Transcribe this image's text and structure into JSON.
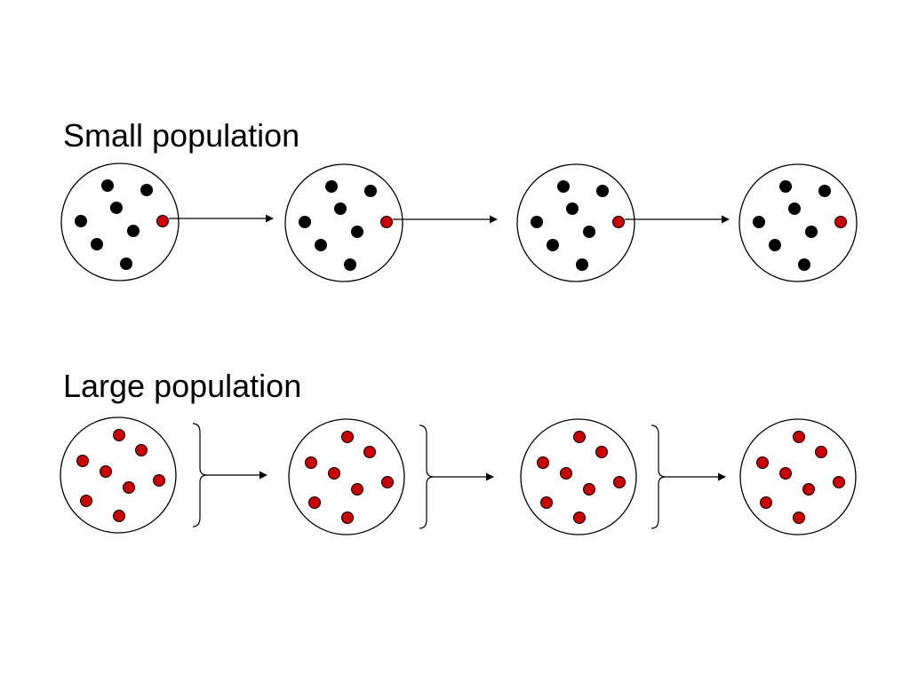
{
  "colors": {
    "background": "#ffffff",
    "outline": "#000000",
    "individual_unmarked": "#000000",
    "individual_marked": "#cc0000"
  },
  "rows": [
    {
      "id": "small",
      "title": "Small population",
      "generations": 4,
      "individuals_per_generation": 8,
      "marked_per_generation": 1,
      "transition": "single-arrow-from-marked-individual"
    },
    {
      "id": "large",
      "title": "Large population",
      "generations": 4,
      "individuals_per_generation": 8,
      "marked_per_generation": 8,
      "transition": "brace-and-arrow"
    }
  ]
}
